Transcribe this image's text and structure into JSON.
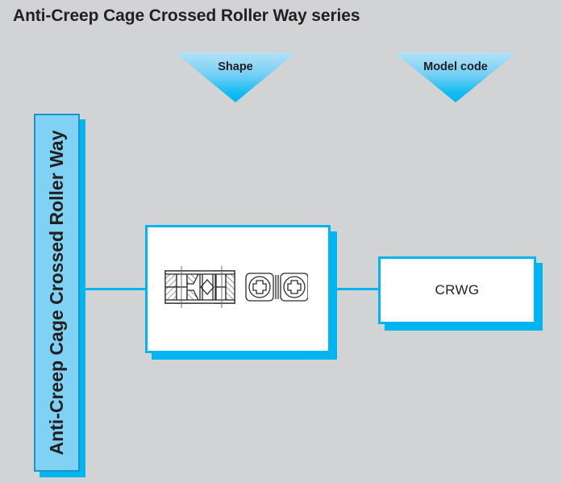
{
  "page": {
    "title": "Anti-Creep Cage Crossed Roller Way series",
    "background_color": "#d2d3d5",
    "accent_color": "#00b5f0",
    "bar_fill_color": "#7fd2f4",
    "bar_border_color": "#2092c9",
    "text_color": "#231f20"
  },
  "headers": [
    {
      "id": "shape",
      "label": "Shape",
      "icon": "funnel-triangle-icon"
    },
    {
      "id": "model_code",
      "label": "Model code",
      "icon": "funnel-triangle-icon"
    }
  ],
  "category": {
    "label": "Anti-Creep Cage Crossed Roller Way",
    "orientation": "vertical"
  },
  "rows": [
    {
      "shape": {
        "icon": "crossed-roller-way-cross-section-icon",
        "description": "Crossed roller bearing cross-section with cage and two cross-slotted end plates"
      },
      "model_code": "CRWG"
    }
  ],
  "connectors": [
    {
      "id": "category-to-shape",
      "from": "category-bar",
      "to": "shape-box"
    },
    {
      "id": "shape-to-model",
      "from": "shape-box",
      "to": "model-box"
    }
  ]
}
